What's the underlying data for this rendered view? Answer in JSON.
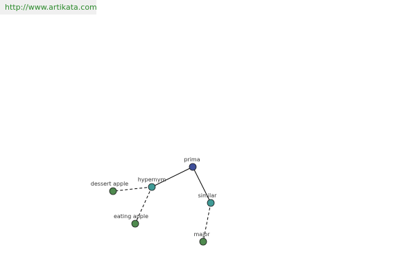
{
  "header": {
    "site_link": "http://www.artikata.com"
  },
  "graph": {
    "nodes": [
      {
        "id": "prima",
        "label": "prima",
        "color": "#3f4f9a"
      },
      {
        "id": "hypernym",
        "label": "hypernym",
        "color": "#3f9a96"
      },
      {
        "id": "similar",
        "label": "similar",
        "color": "#3f9a96"
      },
      {
        "id": "dessert_apple",
        "label": "dessert apple",
        "color": "#4f8a4f"
      },
      {
        "id": "eating_apple",
        "label": "eating apple",
        "color": "#4f8a4f"
      },
      {
        "id": "major",
        "label": "major",
        "color": "#4f8a4f"
      }
    ],
    "edges": [
      {
        "from": "prima",
        "to": "hypernym",
        "style": "solid"
      },
      {
        "from": "prima",
        "to": "similar",
        "style": "solid"
      },
      {
        "from": "hypernym",
        "to": "dessert_apple",
        "style": "dashed"
      },
      {
        "from": "hypernym",
        "to": "eating_apple",
        "style": "dashed"
      },
      {
        "from": "similar",
        "to": "major",
        "style": "dashed"
      }
    ]
  }
}
